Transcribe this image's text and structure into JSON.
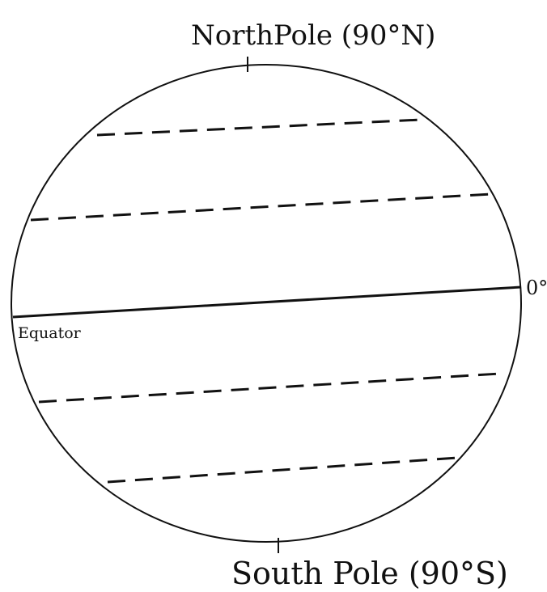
{
  "labels": {
    "north_pole": "NorthPole (90°N)",
    "south_pole": "South Pole (90°S)",
    "equator": "Equator",
    "equator_degree": "0°"
  }
}
